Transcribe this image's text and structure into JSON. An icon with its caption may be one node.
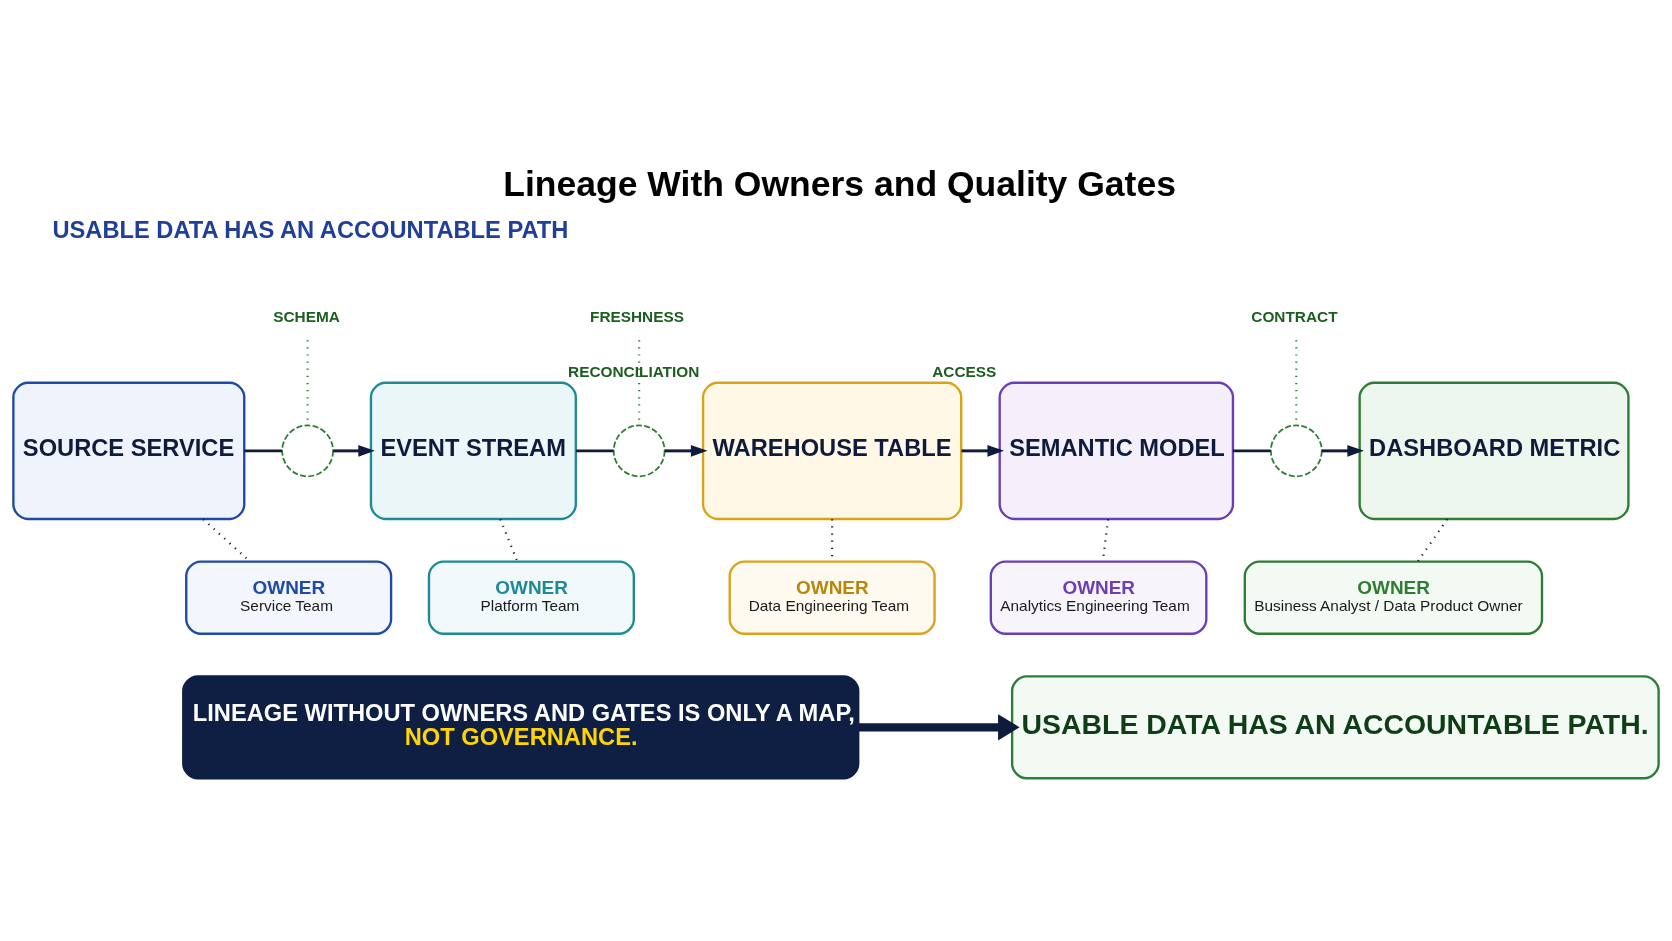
{
  "diagram": {
    "title": "Lineage With Owners and Quality Gates",
    "nodes": [
      {
        "text": [
          "SOURCE SERVICE"
        ]
      },
      {
        "text": [
          "SCHEMA"
        ]
      },
      {
        "text": [],
        "shape": "circle"
      },
      {
        "text": [
          "EVENT STREAM"
        ]
      },
      {
        "text": [
          "FRESHNESS"
        ]
      },
      {
        "text": [],
        "shape": "circle"
      },
      {
        "text": [
          "WAREHOUSE TABLE"
        ],
        "beside": [
          "RECONCILIATION"
        ]
      },
      {
        "text": [
          "SEMANTIC MODEL"
        ],
        "beside": [
          "ACCESS"
        ]
      },
      {
        "text": [
          "CONTRACT"
        ]
      },
      {
        "text": [],
        "shape": "circle"
      },
      {
        "text": [
          "DASHBOARD METRIC"
        ]
      },
      {
        "text": [
          "OWNER",
          "Service Team"
        ]
      },
      {
        "text": [
          "OWNER",
          "Platform Team"
        ]
      },
      {
        "text": [
          "OWNER",
          "Data Engineering Team"
        ]
      },
      {
        "text": [
          "OWNER",
          "Analytics Engineering Team"
        ]
      },
      {
        "text": [
          "OWNER",
          "Business Analyst / Data Product Owner"
        ]
      },
      {
        "text": [
          "LINEAGE WITHOUT OWNERS AND GATES IS ONLY A MAP,",
          "NOT GOVERNANCE."
        ]
      },
      {
        "text": [
          "USABLE DATA HAS AN ACCOUNTABLE PATH."
        ]
      }
    ],
    "edges": [
      {
        "from": 0,
        "to": 2,
        "arrow": "none"
      },
      {
        "from": 2,
        "to": 3,
        "arrow": "to"
      },
      {
        "from": 1,
        "to": 2,
        "arrow": "none",
        "style": "dashed",
        "color": "#2e7d32"
      },
      {
        "from": 3,
        "to": 5,
        "arrow": "none"
      },
      {
        "from": 5,
        "to": 6,
        "arrow": "to"
      },
      {
        "from": 4,
        "to": 5,
        "arrow": "none",
        "style": "dashed",
        "color": "#2e7d32"
      },
      {
        "from": 6,
        "to": 7,
        "arrow": "to"
      },
      {
        "from": 7,
        "to": 9,
        "arrow": "none"
      },
      {
        "from": 9,
        "to": 10,
        "arrow": "to"
      },
      {
        "from": 8,
        "to": 9,
        "arrow": "none",
        "style": "dashed",
        "color": "#2e7d32"
      },
      {
        "from": 0,
        "to": 11,
        "arrow": "none",
        "style": "dashed"
      },
      {
        "from": 3,
        "to": 12,
        "arrow": "none",
        "style": "dashed"
      },
      {
        "from": 6,
        "to": 13,
        "arrow": "none",
        "style": "dashed"
      },
      {
        "from": 7,
        "to": 14,
        "arrow": "none",
        "style": "dashed"
      },
      {
        "from": 10,
        "to": 15,
        "arrow": "none",
        "style": "dashed"
      },
      {
        "from": 16,
        "to": 17,
        "arrow": "to",
        "style": "thick"
      }
    ],
    "labels": [
      "USABLE DATA HAS AN ACCOUNTABLE PATH"
    ]
  }
}
